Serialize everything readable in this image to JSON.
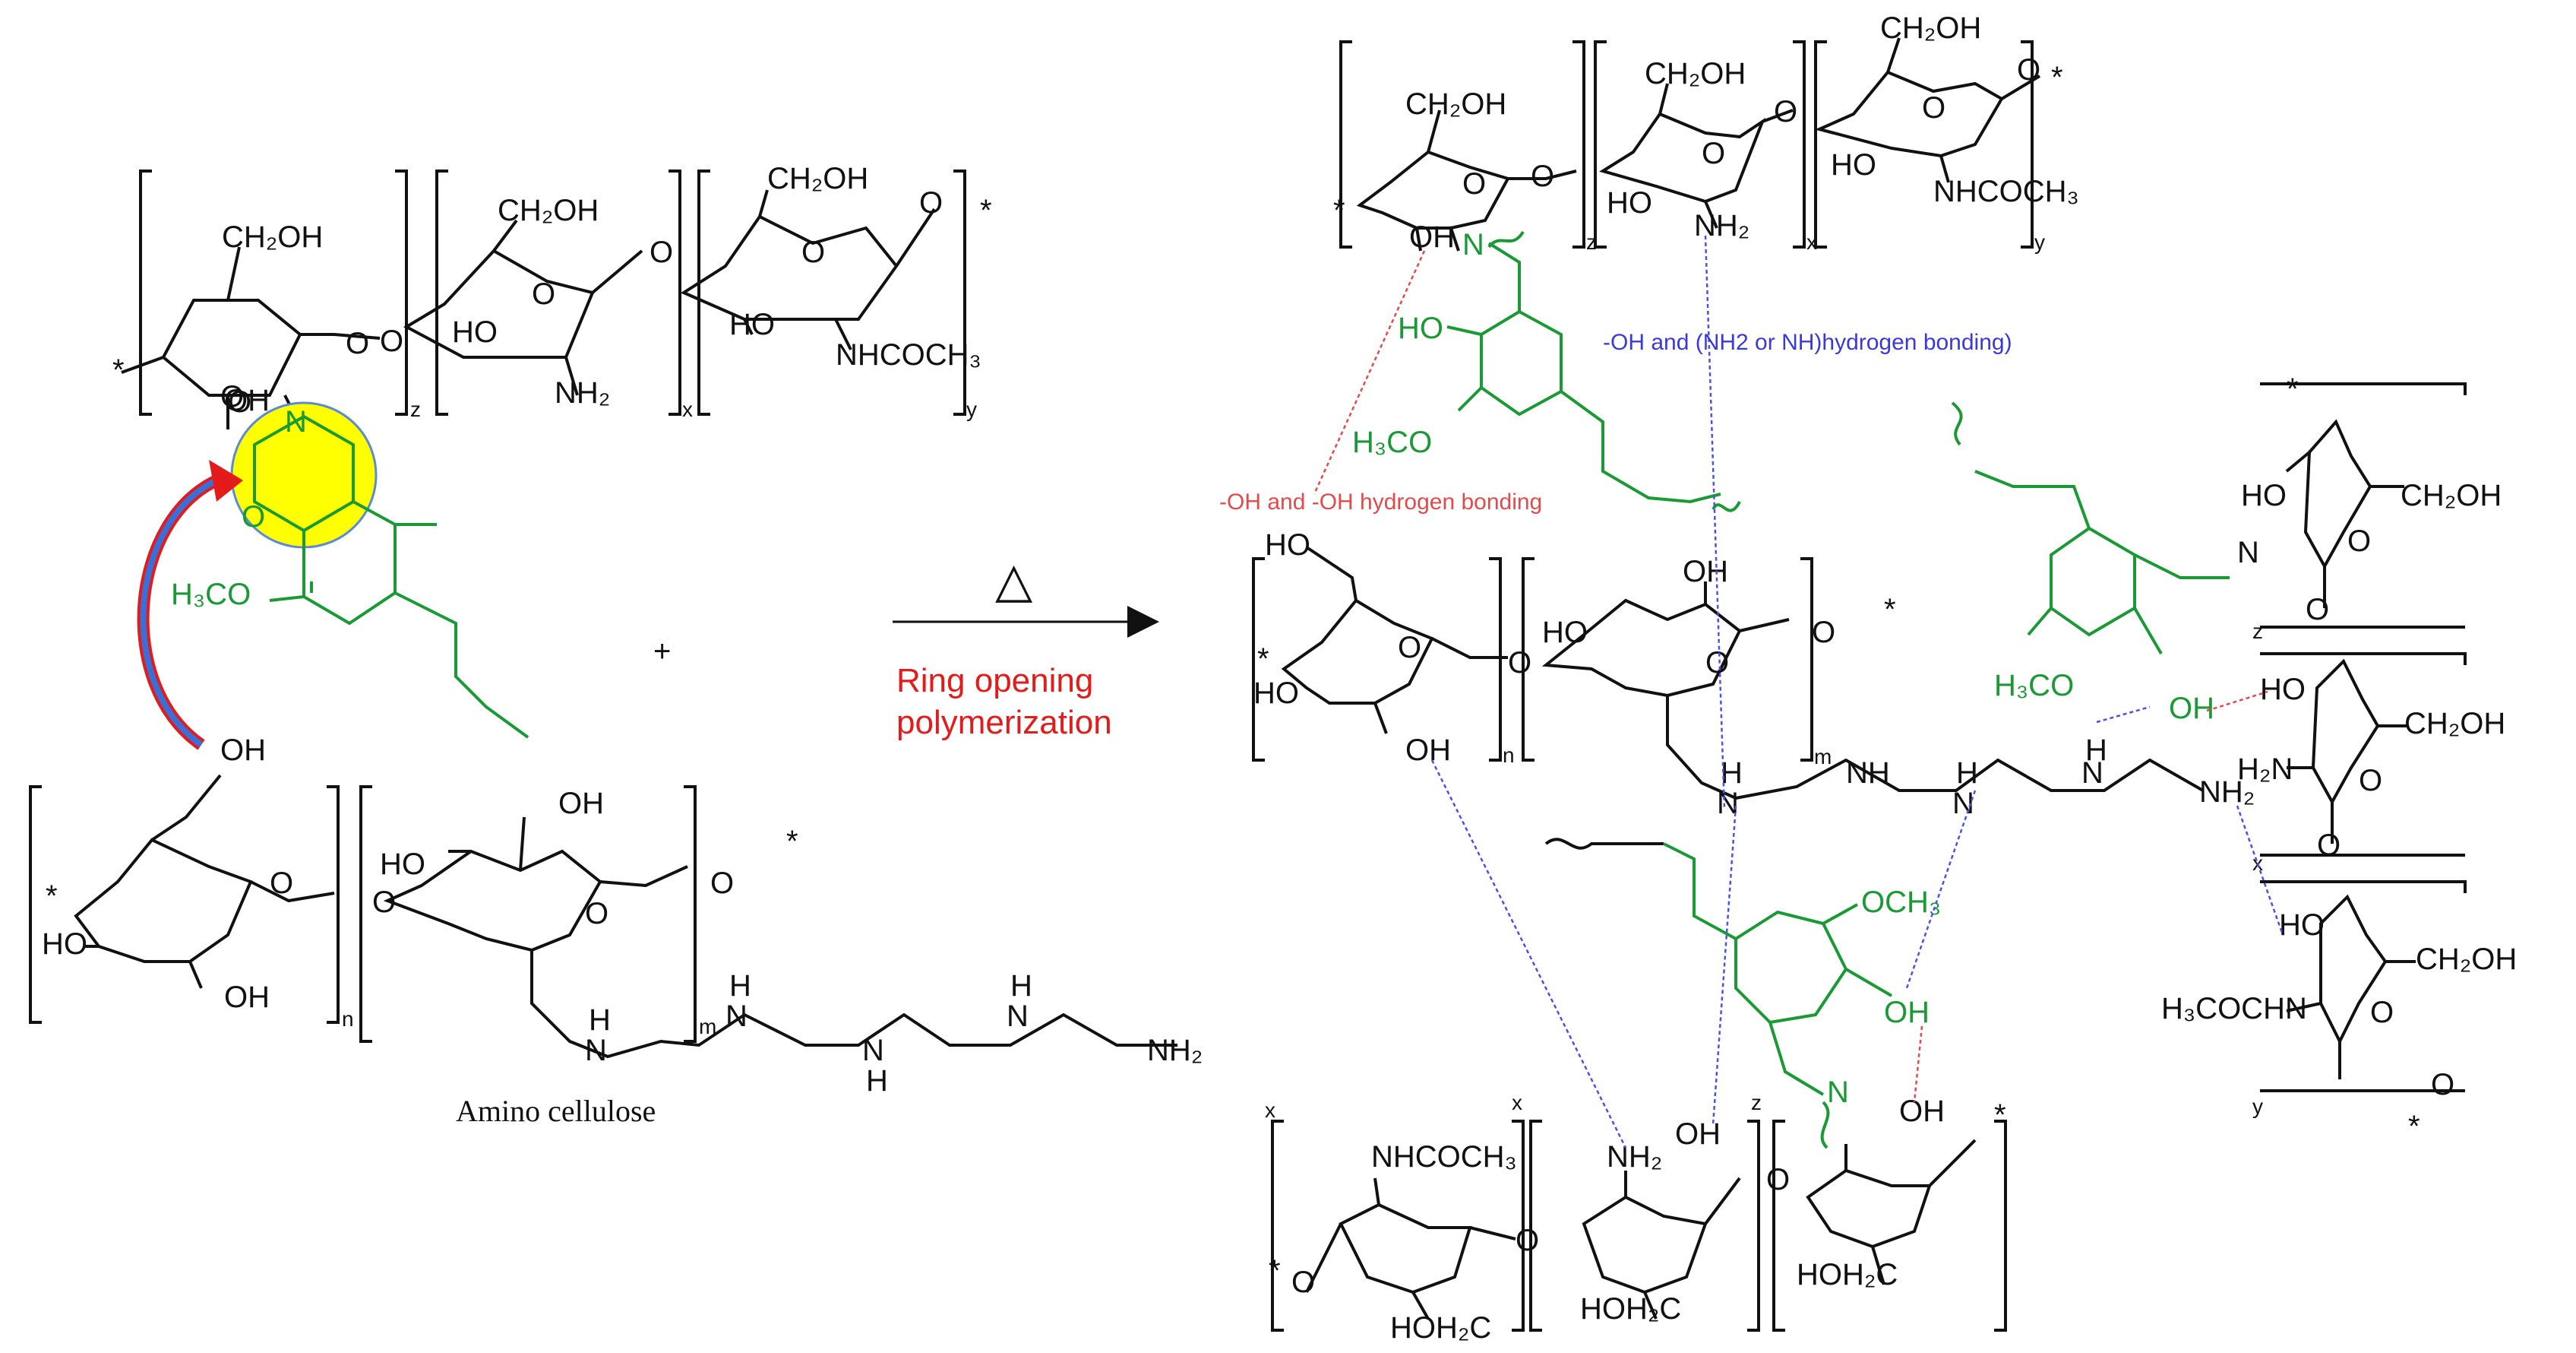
{
  "labels": {
    "ch2oh": "CH₂OH",
    "oh": "OH",
    "ho": "HO",
    "o": "O",
    "n": "N",
    "h": "H",
    "nh": "NH",
    "nh2": "NH₂",
    "h2n": "H₂N",
    "nhcoch3": "NHCOCH₃",
    "h3cochn": "H₃COCHN",
    "h3co": "H₃CO",
    "och3": "OCH₃",
    "hoh2c": "HOH₂C",
    "star": "*",
    "plus": "+",
    "sub_x": "x",
    "sub_y": "y",
    "sub_z": "z",
    "sub_n": "n",
    "sub_m": "m"
  },
  "left": {
    "caption": "Amino cellulose"
  },
  "arrow": {
    "symbol": "△",
    "line1": "Ring opening",
    "line2": "polymerization"
  },
  "annotations": {
    "oh_oh": "-OH and -OH hydrogen bonding",
    "oh_nh": "-OH and (NH2 or NH)hydrogen bonding)"
  },
  "colors": {
    "chitosan_black": "#111111",
    "eugenol_green": "#1a9a35",
    "highlight_yellow": "#ffff00",
    "arrow_red": "#e31b1b",
    "arrow_blue": "#3a6fd8",
    "hbond_red": "#e34b4b",
    "hbond_blue": "#4a52e6"
  }
}
